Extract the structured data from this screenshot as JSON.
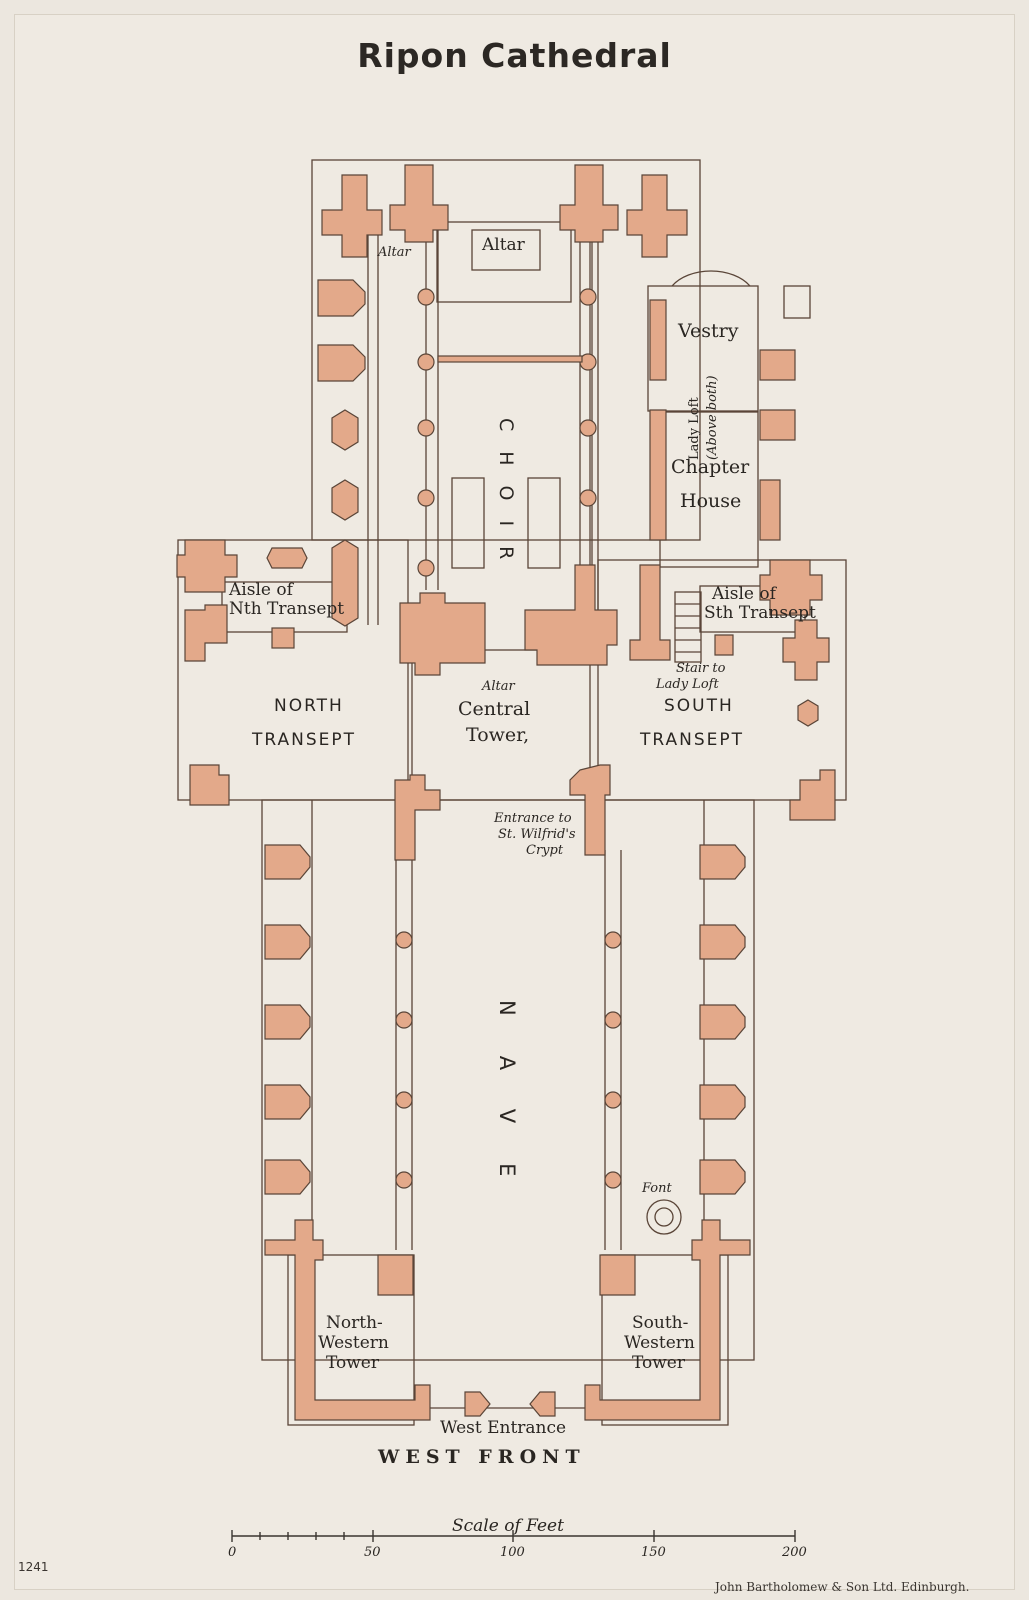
{
  "title": "Ripon Cathedral",
  "colors": {
    "paper": "#ece7df",
    "masonry": "#e3a98a",
    "outline": "#5a4538",
    "ink": "#2a2622"
  },
  "labels": {
    "altar_small": "Altar",
    "altar_main": "Altar",
    "vestry": "Vestry",
    "lady_loft": "Lady Loft",
    "above_both": "(Above both)",
    "chapter_house_1": "Chapter",
    "chapter_house_2": "House",
    "choir": "CHOIR",
    "aisle_n_1": "Aisle of",
    "aisle_n_2": "Nth Transept",
    "aisle_s_1": "Aisle of",
    "aisle_s_2": "Sth Transept",
    "stair_1": "Stair to",
    "stair_2": "Lady Loft",
    "north_transept_1": "NORTH",
    "north_transept_2": "TRANSEPT",
    "south_transept_1": "SOUTH",
    "south_transept_2": "TRANSEPT",
    "central_altar": "Altar",
    "central_tower_1": "Central",
    "central_tower_2": "Tower,",
    "crypt_1": "Entrance to",
    "crypt_2": "St. Wilfrid's",
    "crypt_3": "Crypt",
    "nave": "NAVE",
    "font": "Font",
    "nw_tower_1": "North-",
    "nw_tower_2": "Western",
    "nw_tower_3": "Tower",
    "sw_tower_1": "South-",
    "sw_tower_2": "Western",
    "sw_tower_3": "Tower",
    "west_entrance": "West Entrance",
    "west_front": "WEST FRONT"
  },
  "scale": {
    "title": "Scale of Feet",
    "ticks": [
      "0",
      "50",
      "100",
      "150",
      "200"
    ]
  },
  "plate_number": "1241",
  "publisher": "John Bartholomew & Son Ltd. Edinburgh."
}
